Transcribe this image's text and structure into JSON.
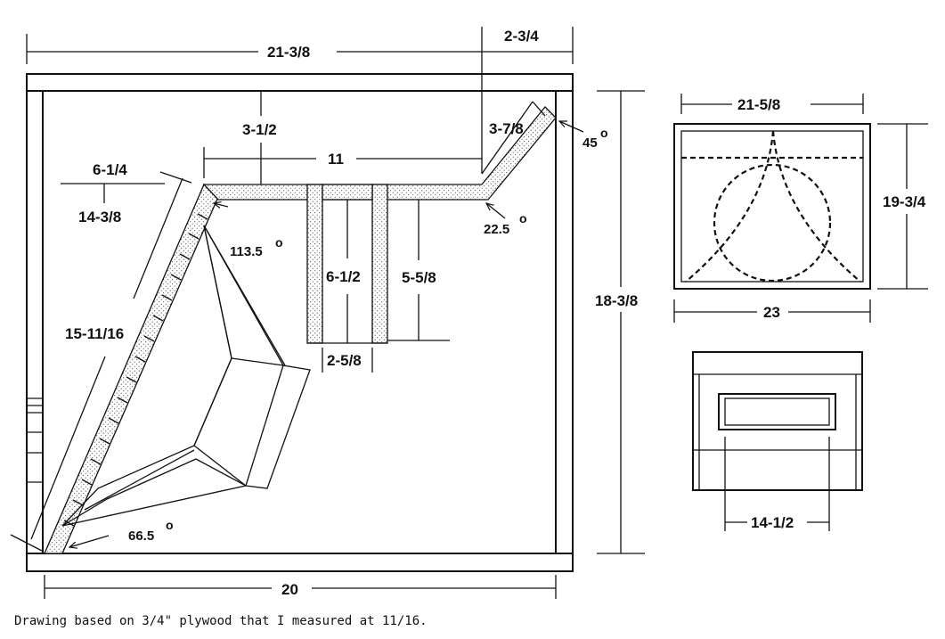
{
  "dimensions": {
    "outer_width": "21-3/8",
    "top_right_offset": "2-3/4",
    "inner_width_bottom": "20",
    "outer_height": "18-3/8",
    "top_baffle_drop": "3-1/2",
    "top_baffle_length": "11",
    "corner_section": "3-7/8",
    "diagonal_run": "6-1/4",
    "diagonal_height": "14-3/8",
    "diagonal_length": "15-11/16",
    "slot_depth": "6-1/2",
    "slot_side_depth": "5-5/8",
    "slot_width": "2-5/8"
  },
  "angles": {
    "corner": "45",
    "bend": "22.5",
    "top_left": "113.5",
    "bottom_left": "66.5",
    "degree_symbol": "o"
  },
  "front_view": {
    "width": "21-5/8",
    "height": "19-3/4",
    "depth": "23"
  },
  "port_view": {
    "width": "14-1/2"
  },
  "note": "Drawing based on 3/4\" plywood that I measured at 11/16."
}
